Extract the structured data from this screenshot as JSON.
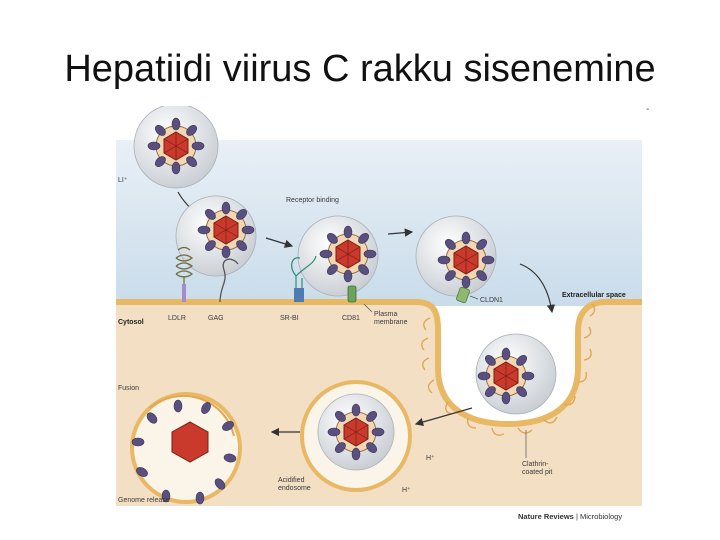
{
  "slide": {
    "title": "Hepatiidi viirus C rakku sisenemine",
    "dash": "-"
  },
  "diagram": {
    "labels": {
      "li": "LI⁺",
      "receptor_binding": "Receptor binding",
      "ldlr": "LDLR",
      "gag": "GAG",
      "sr_bi": "SR-BI",
      "cd81": "CD81",
      "plasma_membrane_1": "Plasma",
      "plasma_membrane_2": "membrane",
      "cldn1": "CLDN1",
      "extracellular_space": "Extracellular space",
      "cytosol": "Cytosol",
      "fusion": "Fusion",
      "h_plus_1": "H⁺",
      "h_plus_2": "H⁺",
      "acidified_1": "Acidified",
      "acidified_2": "endosome",
      "clathrin_1": "Clathrin-",
      "clathrin_2": "coated pit",
      "genome_release": "Genome release"
    },
    "credit": {
      "journal": "Nature Reviews",
      "sep": " | ",
      "section": "Microbiology"
    },
    "colors": {
      "extracellular": "#d3e3ef",
      "cytosol": "#f3dfc4",
      "membrane": "#e9b865",
      "capsid": "#c93a2d",
      "spike": "#5a5080",
      "arrow": "#333333"
    }
  }
}
